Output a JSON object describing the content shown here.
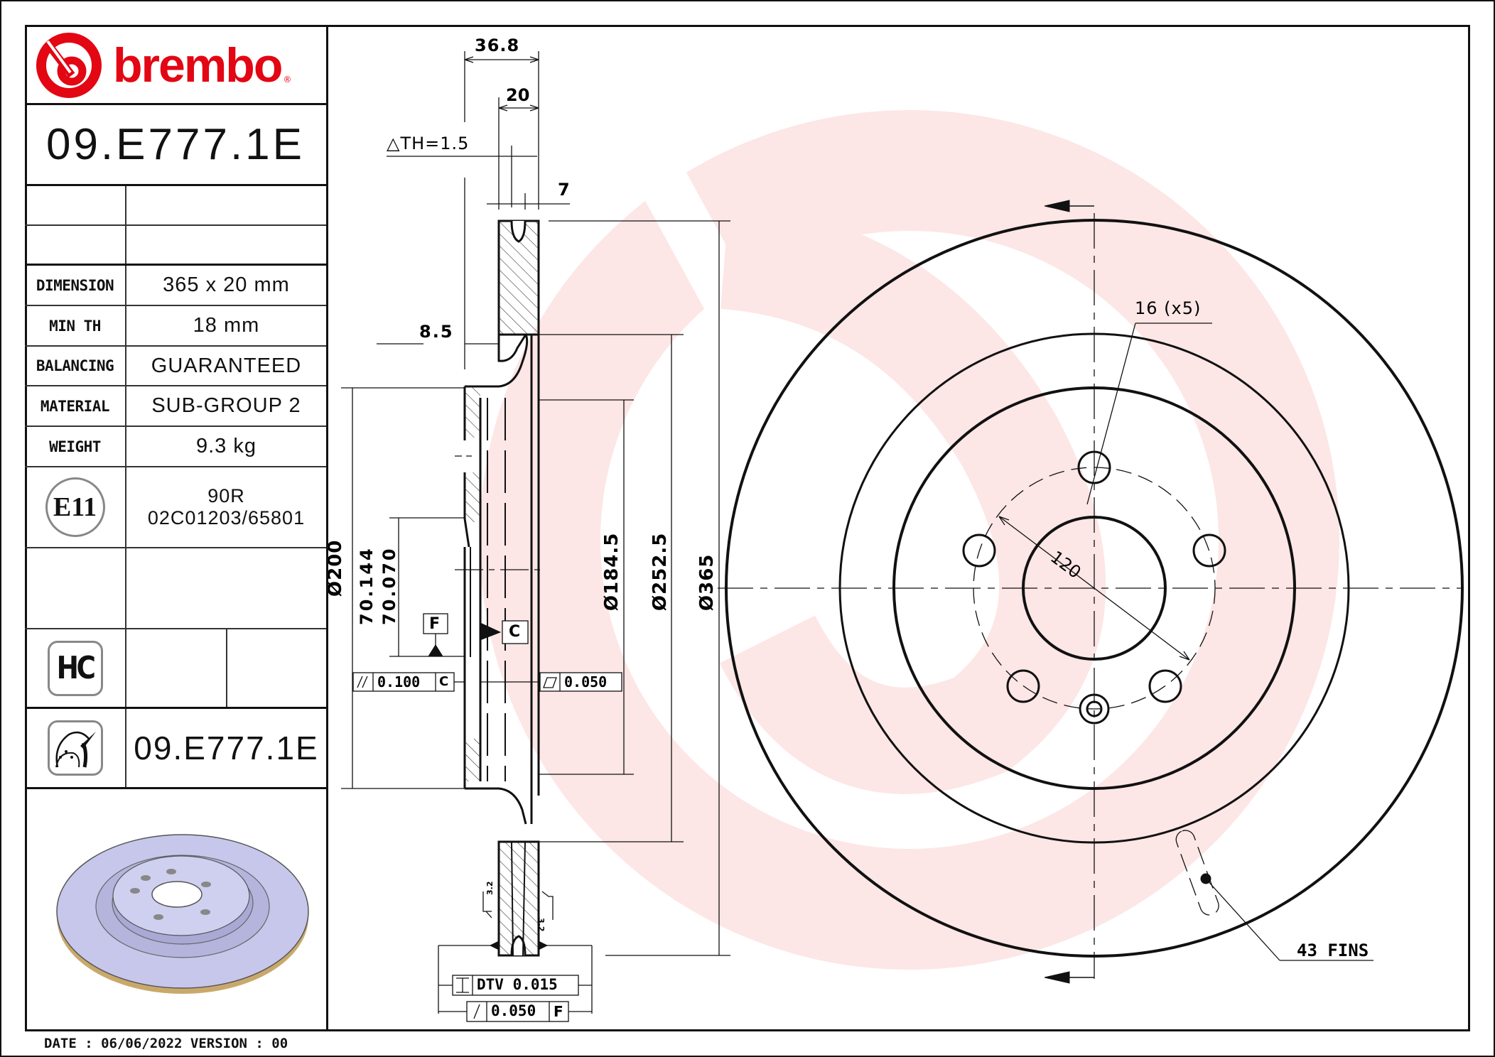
{
  "title_block": {
    "brand": "brembo",
    "brand_color": "#e30613",
    "registered_mark": "®",
    "part_number": "09.E777.1E",
    "specs": [
      {
        "label": "DIMENSION",
        "value": "365 x 20 mm"
      },
      {
        "label": "MIN TH",
        "value": "18 mm"
      },
      {
        "label": "BALANCING",
        "value": "GUARANTEED"
      },
      {
        "label": "MATERIAL",
        "value": "SUB-GROUP 2"
      },
      {
        "label": "WEIGHT",
        "value": "9.3 kg"
      }
    ],
    "approval": {
      "mark": "E11",
      "line1": "90R",
      "line2": "02C01203/65801"
    },
    "hc_badge": "HC",
    "ref_part_number": "09.E777.1E",
    "footer": "DATE : 06/06/2022 VERSION : 00"
  },
  "section_view": {
    "dims": {
      "overall_height": "36.8",
      "thickness": "20",
      "delta_th": "△TH=1.5",
      "groove": "7",
      "hat_offset": "8.5",
      "d200": "Ø200",
      "bore_upper": "70.144",
      "bore_lower": "70.070",
      "d184": "Ø184.5",
      "d252": "Ø252.5",
      "d365": "Ø365",
      "roughness": "3.2"
    },
    "datums": {
      "f": "F",
      "c": "C"
    },
    "tolerances": {
      "parallel_value": "0.100",
      "parallel_datum": "C",
      "flatness_value": "0.050",
      "dtv_label": "DTV 0.015",
      "runout_value": "0.050",
      "runout_datum": "F"
    }
  },
  "front_view": {
    "bolt_hole_label": "16 (x5)",
    "pcd_label": "120",
    "fins_label": "43 FINS"
  },
  "watermark_color": "#fde6e6"
}
